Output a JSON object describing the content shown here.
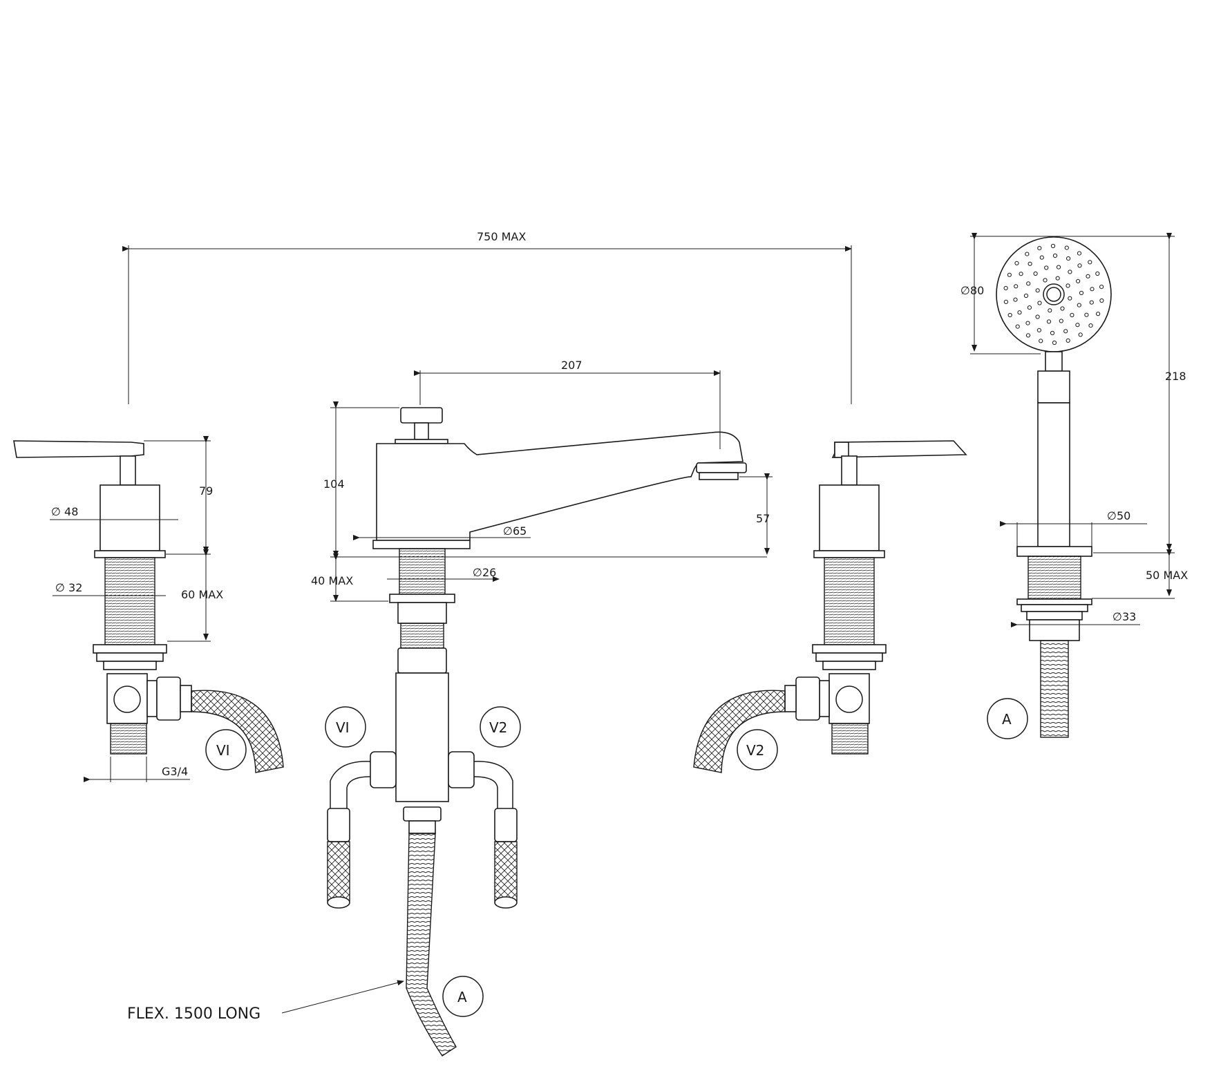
{
  "dimensions": {
    "overall_width": "750 MAX",
    "spout_reach": "207",
    "spout_height": "104",
    "outlet_height": "57",
    "spout_base_dia": "65",
    "spout_shank_dia": "26",
    "spout_deck_max": "40 MAX",
    "valve_height": "79",
    "valve_body_dia": "48",
    "valve_shank_dia": "32",
    "valve_deck_max": "60 MAX",
    "valve_thread": "G3/4",
    "handshower_head_dia": "80",
    "handshower_height": "218",
    "handshower_base_dia": "50",
    "handshower_shank_dia": "33",
    "handshower_deck_max": "50 MAX"
  },
  "symbols": {
    "diameter": "∅"
  },
  "callouts": {
    "v1": "VI",
    "v2": "V2",
    "a": "A"
  },
  "notes": {
    "flex": "FLEX. 1500 LONG"
  }
}
